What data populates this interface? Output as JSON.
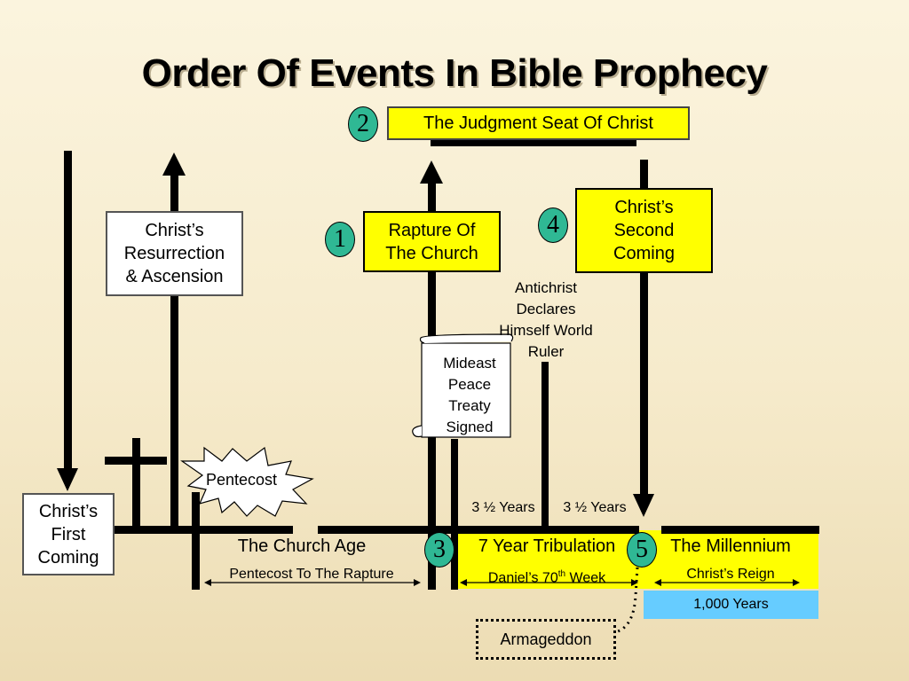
{
  "title": "Order Of Events In Bible Prophecy",
  "judgment_seat": "The Judgment Seat Of Christ",
  "resurrection": [
    "Christ’s",
    "Resurrection",
    "& Ascension"
  ],
  "rapture": [
    "Rapture Of",
    "The Church"
  ],
  "second_coming": [
    "Christ’s",
    "Second",
    "Coming"
  ],
  "first_coming": [
    "Christ’s",
    "First",
    "Coming"
  ],
  "antichrist": [
    "Antichrist",
    "Declares",
    "Himself World",
    "Ruler"
  ],
  "treaty": [
    "Mideast",
    "Peace",
    "Treaty",
    "Signed"
  ],
  "pentecost": "Pentecost",
  "half_years_1": "3 ½ Years",
  "half_years_2": "3 ½ Years",
  "church_age": "The Church Age",
  "church_age_span": "Pentecost To The Rapture",
  "tribulation": "7 Year Tribulation",
  "daniels_week_pre": "Daniel’s 70",
  "daniels_week_sup": "th",
  "daniels_week_post": " Week",
  "millennium": "The Millennium",
  "christs_reign": "Christ’s Reign",
  "thousand_years": "1,000 Years",
  "armageddon": "Armageddon",
  "numbers": [
    "1",
    "2",
    "3",
    "4",
    "5"
  ],
  "colors": {
    "yellow": "#ffff00",
    "light_blue": "#66ccff",
    "number_circle": "#2fb894"
  }
}
